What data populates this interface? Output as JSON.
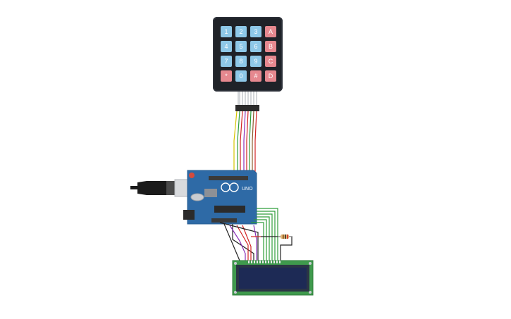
{
  "keypad": {
    "keys": [
      {
        "label": "1",
        "color": "blue"
      },
      {
        "label": "2",
        "color": "blue"
      },
      {
        "label": "3",
        "color": "blue"
      },
      {
        "label": "A",
        "color": "red"
      },
      {
        "label": "4",
        "color": "blue"
      },
      {
        "label": "5",
        "color": "blue"
      },
      {
        "label": "6",
        "color": "blue"
      },
      {
        "label": "B",
        "color": "red"
      },
      {
        "label": "7",
        "color": "blue"
      },
      {
        "label": "8",
        "color": "blue"
      },
      {
        "label": "9",
        "color": "blue"
      },
      {
        "label": "C",
        "color": "red"
      },
      {
        "label": "*",
        "color": "red"
      },
      {
        "label": "0",
        "color": "blue"
      },
      {
        "label": "#",
        "color": "red"
      },
      {
        "label": "D",
        "color": "red"
      }
    ]
  },
  "arduino": {
    "board_label": "UNO"
  },
  "lcd": {
    "line1": "",
    "line2": ""
  },
  "colors": {
    "board": "#2e6aa6",
    "keypad_body": "#1f2228",
    "lcd_pcb": "#3f9a4d",
    "lcd_screen": "#1d2a55",
    "wire_yellow": "#d6c400",
    "wire_green": "#2e9e3a",
    "wire_red": "#d22424",
    "wire_purple": "#8a2fb8",
    "wire_black": "#222222",
    "wire_brown": "#8b5a2b"
  }
}
